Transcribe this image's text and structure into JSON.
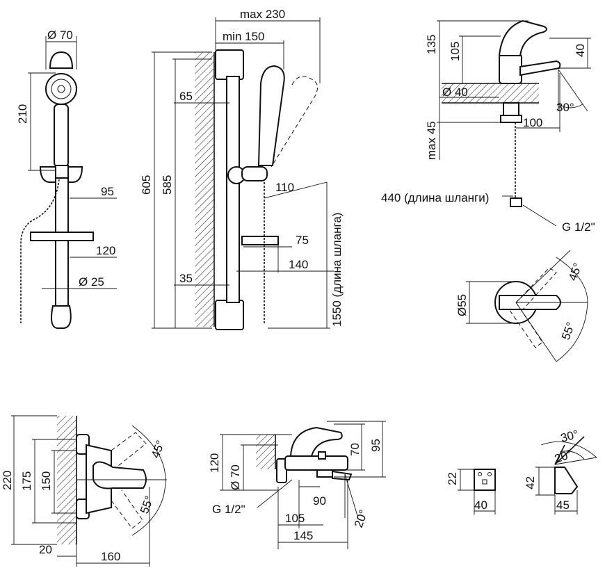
{
  "labels": {
    "head_diameter": "Ø 70",
    "head_height": "210",
    "holder_offset": "95",
    "soap_dish": "120",
    "rail_diameter": "Ø 25",
    "max_reach": "max 230",
    "min_reach": "min 150",
    "rail_wall_offset": "65",
    "rail_total": "605",
    "rail_inner": "585",
    "holder_arm": "110",
    "dish_depth": "75",
    "dish_width": "140",
    "bottom_offset": "35",
    "hose_length": "1550 (длина шланга)",
    "basin_height": "135",
    "basin_spout_height": "105",
    "basin_spout_drop": "40",
    "basin_hole": "Ø 40",
    "basin_angle": "30°",
    "basin_reach": "100",
    "basin_max_thickness": "max 45",
    "basin_hose": "440 (длина шланги)",
    "basin_thread": "G 1/2\"",
    "top_diameter": "Ø55",
    "top_angle_upper": "45°",
    "top_angle_lower": "55°",
    "wall_total": "220",
    "wall_175": "175",
    "wall_150": "150",
    "wall_angle_upper": "45°",
    "wall_angle_lower": "55°",
    "wall_offset": "20",
    "wall_depth": "160",
    "bath_height": "120",
    "bath_diameter": "Ø 70",
    "bath_70": "70",
    "bath_95": "95",
    "bath_thread": "G 1/2\"",
    "bath_90": "90",
    "bath_105": "105",
    "bath_145": "145",
    "bath_angle": "20°",
    "bracket_height": "22",
    "bracket_width": "40",
    "bracket_42": "42",
    "bracket_45": "45",
    "bracket_angle_30": "30°",
    "bracket_angle_20": "20°"
  }
}
